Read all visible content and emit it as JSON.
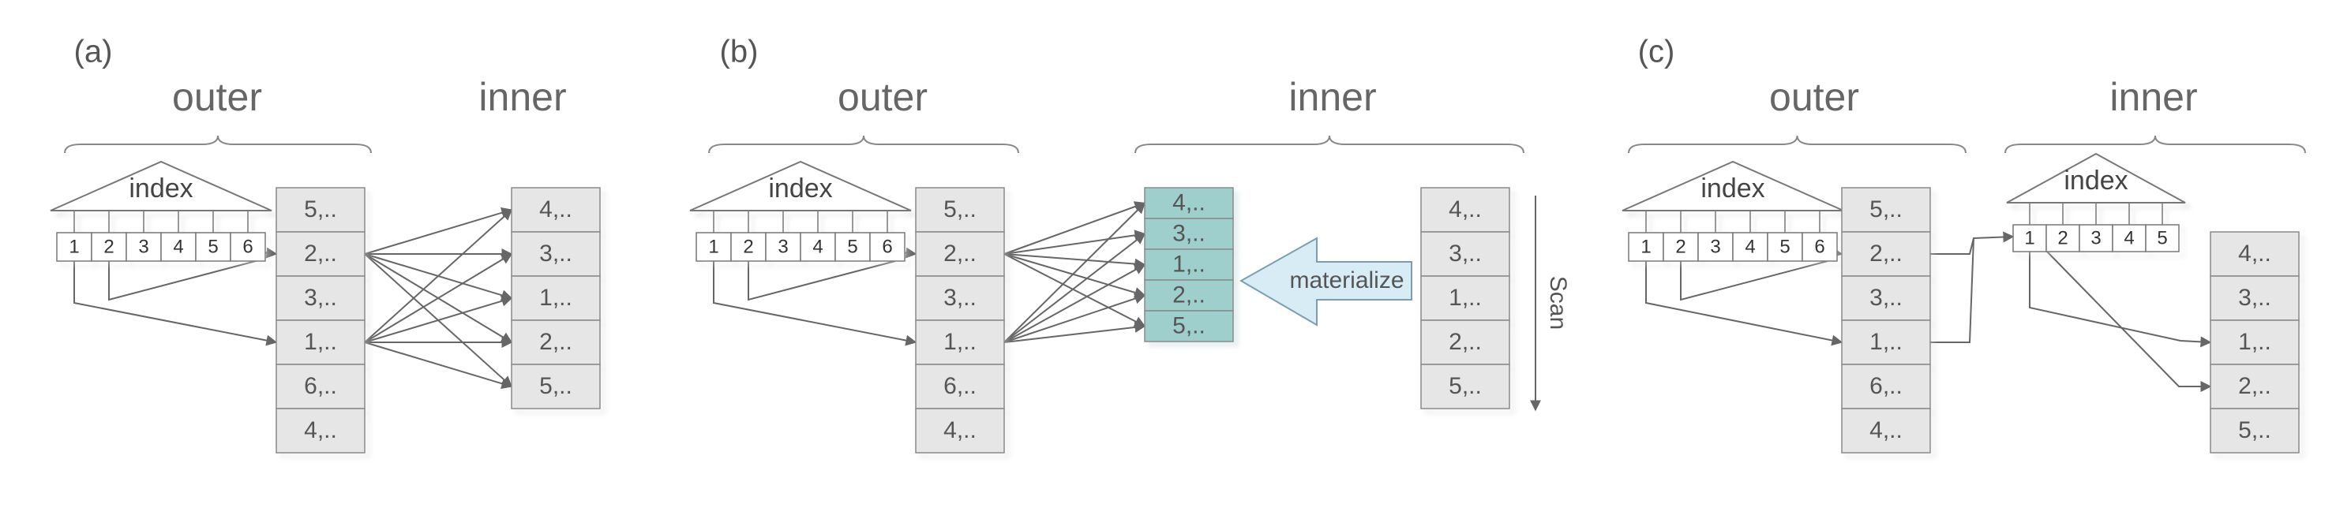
{
  "panels": [
    {
      "label": "(a)",
      "outer_label": "outer",
      "inner_label": "inner",
      "index_label": "index",
      "index_entries": [
        "1",
        "2",
        "3",
        "4",
        "5",
        "6"
      ],
      "outer_rows": [
        "5,..",
        "2,..",
        "3,..",
        "1,..",
        "6,..",
        "4,.."
      ],
      "inner_rows": [
        "4,..",
        "3,..",
        "1,..",
        "2,..",
        "5,.."
      ]
    },
    {
      "label": "(b)",
      "outer_label": "outer",
      "inner_label": "inner",
      "index_label": "index",
      "index_entries": [
        "1",
        "2",
        "3",
        "4",
        "5",
        "6"
      ],
      "outer_rows": [
        "5,..",
        "2,..",
        "3,..",
        "1,..",
        "6,..",
        "4,.."
      ],
      "materialized_rows": [
        "4,..",
        "3,..",
        "1,..",
        "2,..",
        "5,.."
      ],
      "inner_rows": [
        "4,..",
        "3,..",
        "1,..",
        "2,..",
        "5,.."
      ],
      "materialize_label": "materialize",
      "scan_label": "Scan"
    },
    {
      "label": "(c)",
      "outer_label": "outer",
      "inner_label": "inner",
      "index_label": "index",
      "index_entries": [
        "1",
        "2",
        "3",
        "4",
        "5",
        "6"
      ],
      "inner_index_label": "index",
      "inner_index_entries": [
        "1",
        "2",
        "3",
        "4",
        "5"
      ],
      "outer_rows": [
        "5,..",
        "2,..",
        "3,..",
        "1,..",
        "6,..",
        "4,.."
      ],
      "inner_rows": [
        "4,..",
        "3,..",
        "1,..",
        "2,..",
        "5,.."
      ]
    }
  ],
  "colors": {
    "cell_fill": "#e6e6e6",
    "cell_stroke": "#8a8a8a",
    "materialized_fill": "#9fcfcc",
    "materialize_arrow_fill": "#d8ecf6",
    "line": "#666666"
  }
}
